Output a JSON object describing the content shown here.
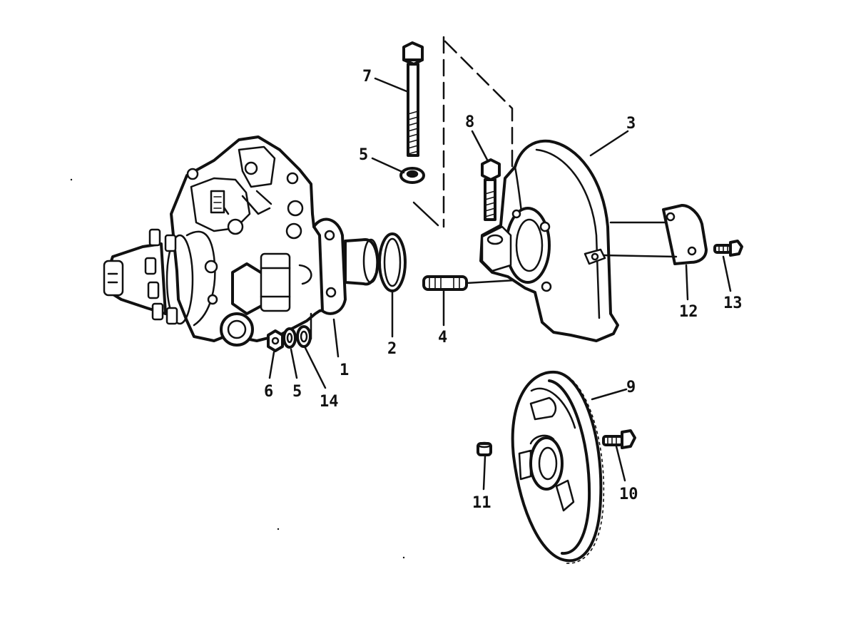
{
  "callouts": {
    "c1": "1",
    "c2": "2",
    "c3": "3",
    "c4": "4",
    "c5a": "5",
    "c5b": "5",
    "c6": "6",
    "c7": "7",
    "c8": "8",
    "c9": "9",
    "c10": "10",
    "c11": "11",
    "c12": "12",
    "c13": "13",
    "c14": "14"
  },
  "colors": {
    "ink": "#111111",
    "paper": "#ffffff"
  }
}
